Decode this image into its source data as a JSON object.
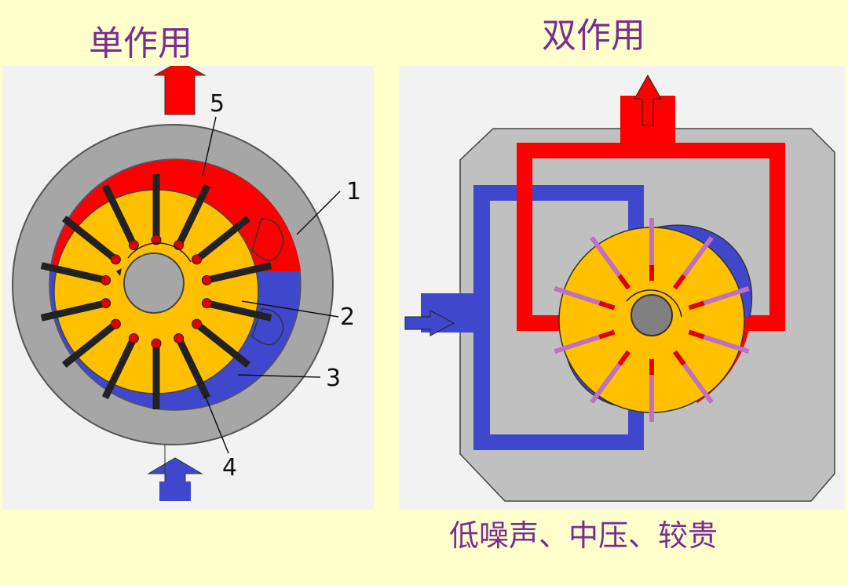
{
  "titles": {
    "single": "单作用",
    "double": "双作用"
  },
  "caption": "低噪声、中压、较贵",
  "labels": {
    "l1": "1",
    "l2": "2",
    "l3": "3",
    "l4": "4",
    "l5": "5"
  },
  "colors": {
    "background": "#FFFFCC",
    "title": "#7A2C96",
    "rotor": "#FFC000",
    "pressure": "#FF0000",
    "suction": "#3F48CC",
    "housing": "#A6A6A6",
    "vane": "#222222"
  }
}
